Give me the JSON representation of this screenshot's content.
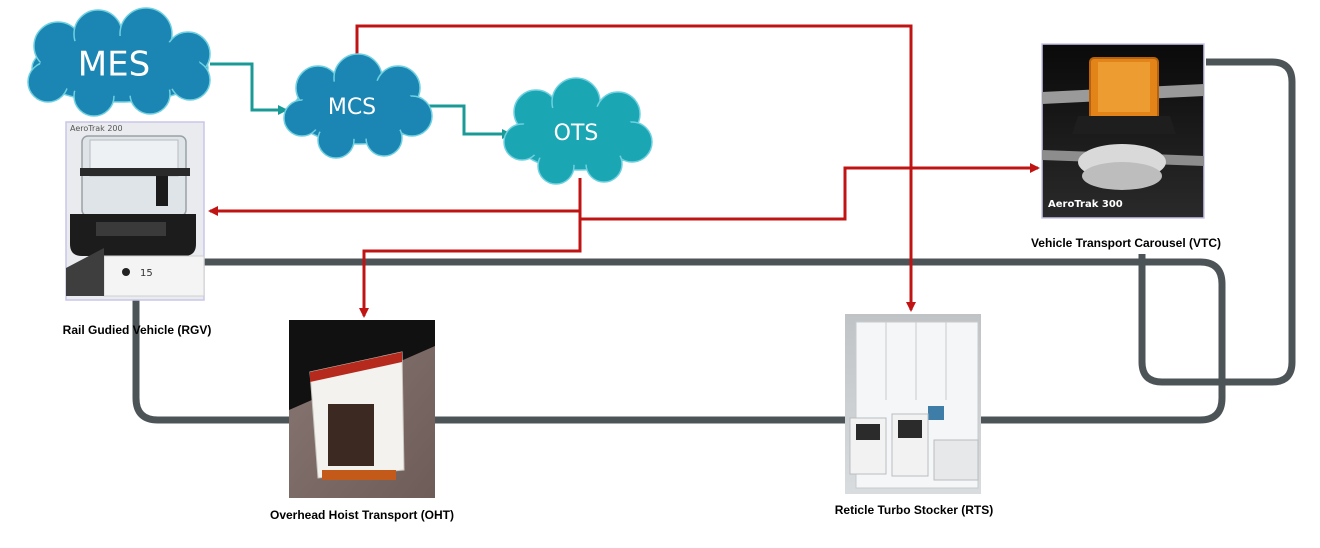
{
  "clouds": {
    "mes": "MES",
    "mcs": "MCS",
    "ots": "OTS"
  },
  "devices": {
    "rgv": {
      "label": "Rail Gudied Vehicle (RGV)",
      "photo_caption": "AeroTrak 200",
      "unit_number": "15"
    },
    "oht": {
      "label": "Overhead Hoist Transport (OHT)"
    },
    "rts": {
      "label": "Reticle Turbo Stocker (RTS)"
    },
    "vtc": {
      "label": "Vehicle Transport Carousel (VTC)",
      "photo_caption": "AeroTrak 300"
    }
  },
  "colors": {
    "cloud_dark": "#1b86b3",
    "cloud_light": "#1aa7b3",
    "cloud_outline": "#6fd0e0",
    "teal_arrow": "#1a9a97",
    "red_arrow": "#c01414",
    "track": "#4d5457"
  }
}
